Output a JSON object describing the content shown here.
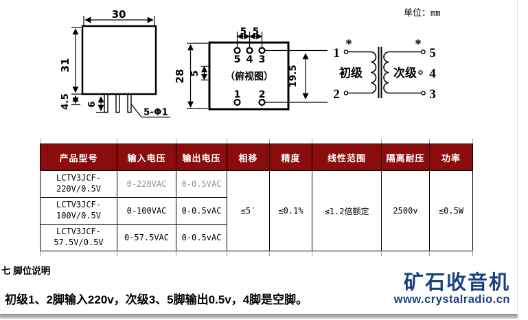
{
  "page": {
    "unit_label": "单位：",
    "unit_value": "mm"
  },
  "diagrams": {
    "side_view": {
      "width_dim": "30",
      "height_dim": "31",
      "lip_dim": "4.5",
      "pin_length_dim": "6",
      "pin_spec": "5-Φ1"
    },
    "top_view": {
      "title": "（俯视图）",
      "height_dim": "28",
      "offset_dim": "5",
      "pitch_dims": [
        "5",
        "5"
      ],
      "row_span_dim": "19.5",
      "top_pins": [
        "5",
        "4",
        "3"
      ],
      "bottom_pins": [
        "1",
        "2"
      ]
    },
    "schematic": {
      "primary_label": "初级",
      "secondary_label": "次级",
      "polarity_mark": "*",
      "left_pins": [
        "1",
        "2"
      ],
      "right_pins": [
        "5",
        "4",
        "3"
      ]
    }
  },
  "table": {
    "headers": [
      "产品型号",
      "输入电压",
      "输出电压",
      "相移",
      "精度",
      "线性范围",
      "隔离耐压",
      "功率"
    ],
    "rows": [
      {
        "model": "LCTV3JCF-\n220V/0.5V",
        "input": "0-220VAC",
        "output": "0-0.5VAC"
      },
      {
        "model": "LCTV3JCF-\n100V/0.5V",
        "input": "0-100VAC",
        "output": "0-0.5vAC"
      },
      {
        "model": "LCTV3JCF-\n57.5V/0.5V",
        "input": "0-57.5VAC",
        "output": "0-0.5vAC"
      }
    ],
    "merged": {
      "phase_shift": "≤5′",
      "accuracy": "≤0.1%",
      "linear_range": "≤1.2倍额定",
      "isolation": "2500v",
      "power": "≤0.5W"
    }
  },
  "notes": {
    "heading": "七 脚位说明",
    "body": "初级1、2脚输入220v，次级3、5脚输出0.5v，4脚是空脚。"
  },
  "watermark": {
    "title": "矿石收音机",
    "url": "www.crystalradio.cn"
  },
  "colors": {
    "header_bg": "#8B0C0C",
    "watermark_blue": "#1a4080",
    "diagram_blue": "#2222cc",
    "muted_text": "#8f8f8f"
  }
}
